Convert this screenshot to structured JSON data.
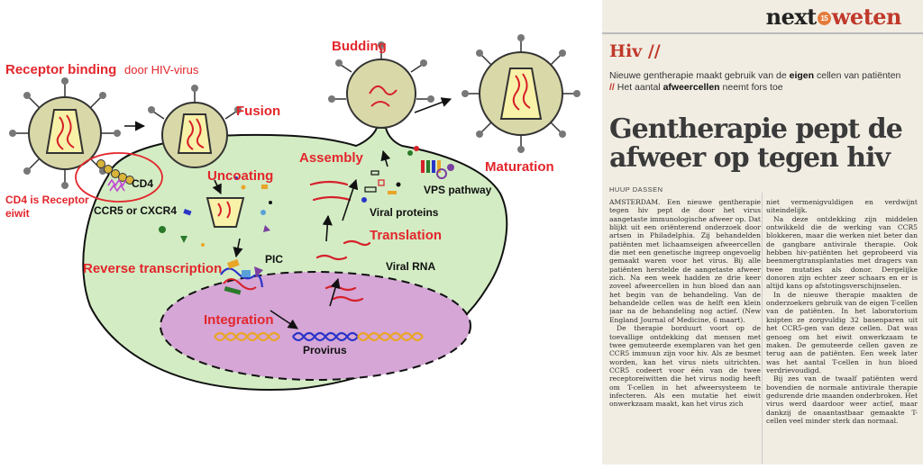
{
  "diagram": {
    "labels": {
      "receptor_binding": "Receptor binding",
      "door_hiv": "door HIV-virus",
      "fusion": "Fusion",
      "budding": "Budding",
      "maturation": "Maturation",
      "cd4": "CD4",
      "cd4_receptor_line1": "CD4 is Receptor",
      "cd4_receptor_line2": "eiwit",
      "ccr5": "CCR5 or CXCR4",
      "uncoating": "Uncoating",
      "assembly": "Assembly",
      "vps": "VPS pathway",
      "viral_proteins": "Viral proteins",
      "translation": "Translation",
      "viral_rna": "Viral RNA",
      "pic": "PIC",
      "reverse_transcription": "Reverse transcription",
      "integration": "Integration",
      "provirus": "Provirus"
    },
    "colors": {
      "red_label": "#e3262c",
      "cell_fill": "#d3ecc4",
      "nucleus_fill": "#d5a6d6",
      "virus_fill": "#d9d8a8",
      "capsid_fill": "#f7f2a8",
      "rna": "#d6202a"
    }
  },
  "newspaper": {
    "brand_left": "next",
    "brand_num": "15",
    "brand_right": "weten",
    "section": "Hiv //",
    "lead_1": "Nieuwe gentherapie maakt gebruik van de ",
    "lead_bold1": "eigen",
    "lead_2": " cellen van patiënten",
    "lead_sep": " // ",
    "lead_3": "Het aantal ",
    "lead_bold2": "afweercellen",
    "lead_4": " neemt fors toe",
    "title": "Gentherapie pept de afweer op tegen hiv",
    "author": "HUUP DASSEN",
    "col1": [
      "AMSTERDAM. Een nieuwe gentherapie tegen hiv pept de door het virus aangetaste immunologische afweer op. Dat blijkt uit een oriënterend onderzoek door artsen in Philadelphia. Zij behandelden patiënten met lichaamseigen afweercellen die met een genetische ingreep ongevoelig gemaakt waren voor het virus. Bij alle patiënten herstelde de aangetaste afweer zich. Na een week hadden ze drie keer zoveel afweercellen in hun bloed dan aan het begin van de behandeling. Van de behandelde cellen was de helft een klein jaar na de behandeling nog actief. (New England Journal of Medicine, 6 maart).",
      "De therapie borduurt voort op de toevallige ontdekking dat mensen met twee gemuteerde exemplaren van het gen CCR5 immuun zijn voor hiv. Als ze besmet worden, kan het virus niets uitrichten. CCR5 codeert voor één van de twee receptoreiwitten die het virus nodig heeft om T-cellen in het afweersysteem te infecteren. Als een mutatie het eiwit onwerkzaam maakt, kan het virus zich"
    ],
    "col2": [
      "niet vermenigvuldigen en verdwijnt uiteindelijk.",
      "Na deze ontdekking zijn middelen ontwikkeld die de werking van CCR5 blokkeren, maar die werken niet beter dan de gangbare antivirale therapie. Ook hebben hiv-patiënten het geprobeerd via beenmergtransplantaties met dragers van twee mutaties als donor. Dergelijke donoren zijn echter zeer schaars en er is altijd kans op afstotingsverschijnselen.",
      "In de nieuwe therapie maakten de onderzoekers gebruik van de eigen T-cellen van de patiënten. In het laboratorium knipten ze zorgvuldig 32 basenparen uit het CCR5-gen van deze cellen. Dat was genoeg om het eiwit onwerkzaam te maken. De gemuteerde cellen gaven ze terug aan de patiënten. Een week later was het aantal T-cellen in hun bloed verdrievoudigd.",
      "Bij zes van de twaalf patiënten werd bovendien de normale antivirale therapie gedurende drie maanden onderbroken. Het virus werd daardoor weer actief, maar dankzij de onaantastbaar gemaakte T-cellen veel minder sterk dan normaal."
    ]
  }
}
